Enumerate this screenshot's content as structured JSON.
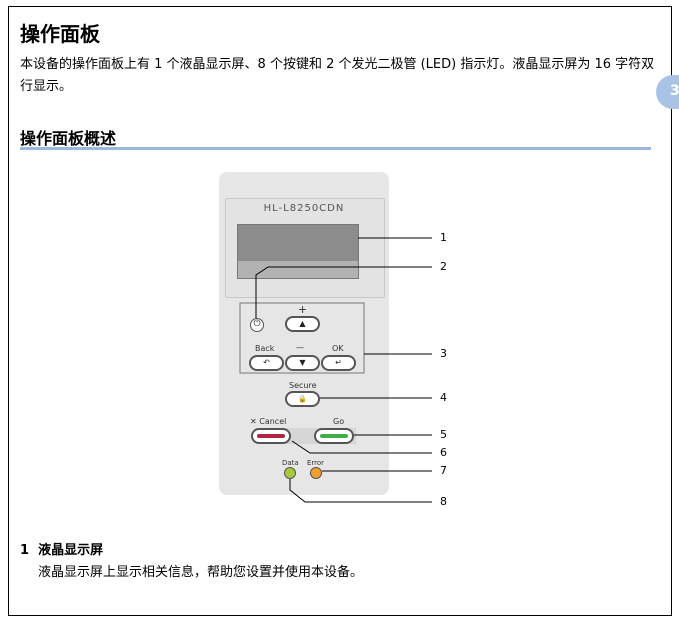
{
  "page": {
    "side_tab_number": "3",
    "title": "操作面板",
    "intro": "本设备的操作面板上有 1 个液晶显示屏、8 个按键和 2 个发光二极管 (LED) 指示灯。液晶显示屏为 16 字符双行显示。",
    "section_heading": "操作面板概述"
  },
  "panel": {
    "model": "HL-L8250CDN",
    "labels": {
      "plus": "+",
      "back": "Back",
      "minus": "—",
      "ok": "OK",
      "secure": "Secure",
      "cancel": "✕ Cancel",
      "go": "Go",
      "data": "Data",
      "error": "Error"
    },
    "icons": {
      "power": "⏻",
      "up": "▲",
      "back": "↶",
      "down": "▼",
      "ok": "↵",
      "secure": "🔒"
    },
    "colors": {
      "cancel_bar": "#b3253f",
      "go_bar": "#3fae49",
      "data_led": "#a7c93a",
      "error_led": "#f0a02a"
    }
  },
  "callouts": [
    "1",
    "2",
    "3",
    "4",
    "5",
    "6",
    "7",
    "8"
  ],
  "item1": {
    "number": "1",
    "heading": "液晶显示屏",
    "text": "液晶显示屏上显示相关信息，帮助您设置并使用本设备。"
  }
}
